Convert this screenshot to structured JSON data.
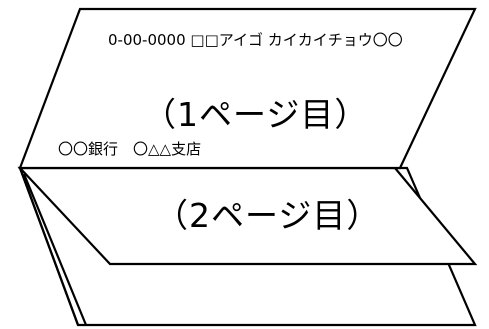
{
  "diagram": {
    "account_header": "0-00-0000 □□アイゴ カイカイチョウ〇〇",
    "page1_label": "（1ページ目）",
    "bank_branch": "〇〇銀行　〇△△支店",
    "page2_label": "（2ページ目）",
    "colors": {
      "stroke": "#000000",
      "fill": "#ffffff",
      "text": "#000000"
    }
  }
}
